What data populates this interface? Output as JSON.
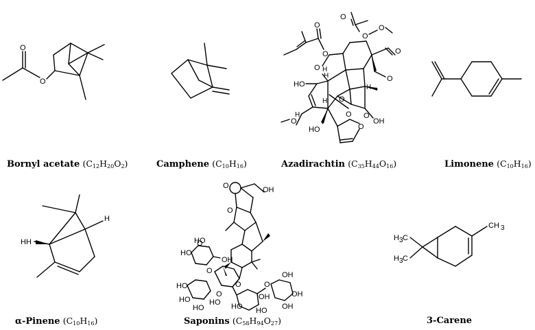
{
  "compounds": [
    {
      "name": "Bornyl acetate",
      "formula_parts": [
        [
          "C",
          "12"
        ],
        [
          "H",
          "20"
        ],
        [
          "O",
          "2"
        ]
      ]
    },
    {
      "name": "Camphene",
      "formula_parts": [
        [
          "C",
          "10"
        ],
        [
          "H",
          "16"
        ]
      ]
    },
    {
      "name": "Azadirachtin",
      "formula_parts": [
        [
          "C",
          "35"
        ],
        [
          "H",
          "44"
        ],
        [
          "O",
          "16"
        ]
      ]
    },
    {
      "name": "Limonene",
      "formula_parts": [
        [
          "C",
          "10"
        ],
        [
          "H",
          "16"
        ]
      ]
    },
    {
      "name": "α-Pinene",
      "formula_parts": [
        [
          "C",
          "10"
        ],
        [
          "H",
          "16"
        ]
      ]
    },
    {
      "name": "Saponins",
      "formula_parts": [
        [
          "C",
          "58"
        ],
        [
          "H",
          "94"
        ],
        [
          "O",
          "27"
        ]
      ]
    },
    {
      "name": "3-Carene",
      "formula_parts": []
    }
  ],
  "atom_labels": {
    "oxygen": "O",
    "hydroxyl": "OH",
    "hydroxyl_left": "HO",
    "hydrogen": "H",
    "methyl_base": "CH",
    "methyl_sub": "3",
    "methyl_left_base": "H",
    "methyl_left_c": "C"
  }
}
